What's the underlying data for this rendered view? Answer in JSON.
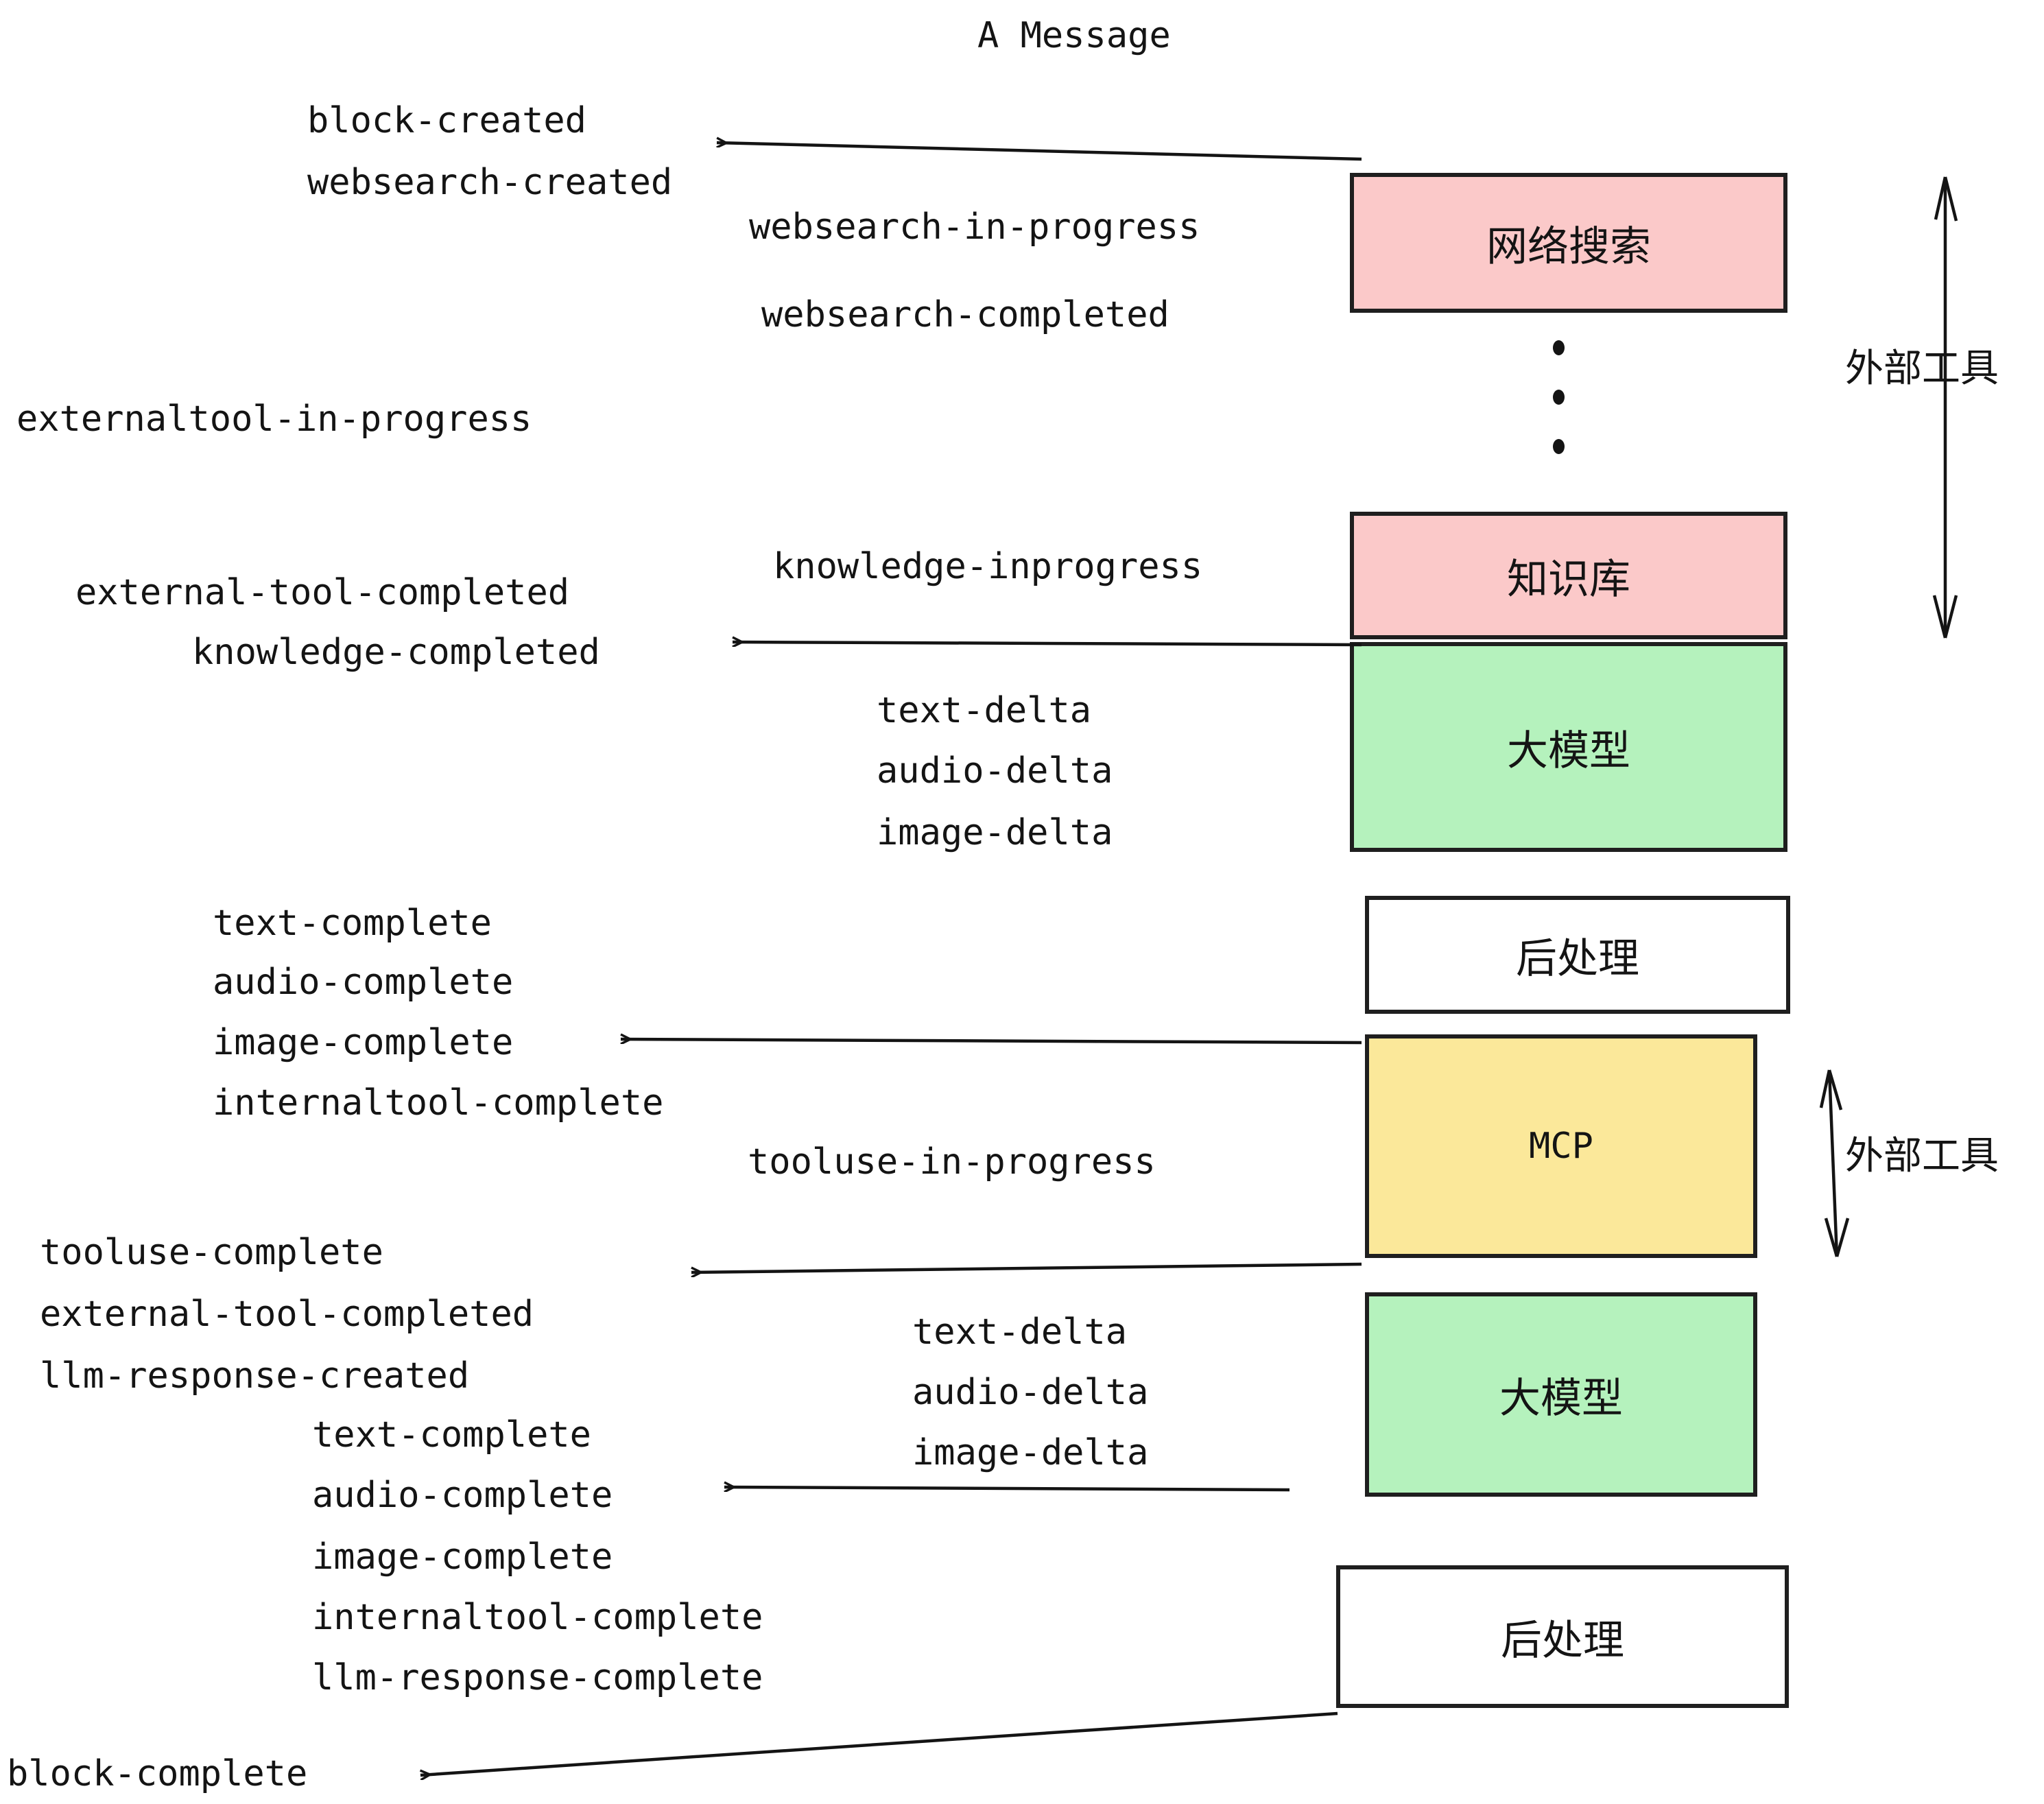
{
  "title": "A Message",
  "colors": {
    "pink": "#FBC9C9",
    "green": "#B5F2BD",
    "yellow": "#FBE89A",
    "white": "#FFFFFF",
    "stroke": "#1F1F1F",
    "text": "#141414",
    "background": "#FFFFFF"
  },
  "boxes": {
    "websearch": "网络搜索",
    "knowledge": "知识库",
    "llm_first": "大模型",
    "postprocess_first": "后处理",
    "mcp": "MCP",
    "llm_second": "大模型",
    "postprocess_second": "后处理"
  },
  "side_labels": {
    "external_tool_top": "外部工具",
    "external_tool_bottom": "外部工具"
  },
  "events": {
    "block_created": "block-created",
    "websearch_created": "websearch-created",
    "websearch_in_progress": "websearch-in-progress",
    "websearch_completed": "websearch-completed",
    "externaltool_in_progress": "externaltool-in-progress",
    "knowledge_inprogress": "knowledge-inprogress",
    "external_tool_completed_1": "external-tool-completed",
    "knowledge_completed": "knowledge-completed",
    "text_delta_1": "text-delta",
    "audio_delta_1": "audio-delta",
    "image_delta_1": "image-delta",
    "text_complete_1": "text-complete",
    "audio_complete_1": "audio-complete",
    "image_complete_1": "image-complete",
    "internaltool_complete_1": "internaltool-complete",
    "tooluse_in_progress": "tooluse-in-progress",
    "tooluse_complete": "tooluse-complete",
    "external_tool_completed_2": "external-tool-completed",
    "llm_response_created": "llm-response-created",
    "text_delta_2": "text-delta",
    "audio_delta_2": "audio-delta",
    "image_delta_2": "image-delta",
    "text_complete_2": "text-complete",
    "audio_complete_2": "audio-complete",
    "image_complete_2": "image-complete",
    "internaltool_complete_2": "internaltool-complete",
    "llm_response_complete": "llm-response-complete",
    "block_complete": "block-complete"
  },
  "ellipsis_dots": 3
}
